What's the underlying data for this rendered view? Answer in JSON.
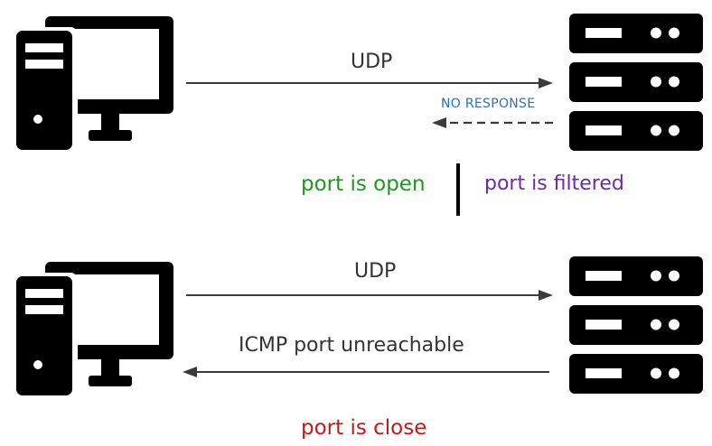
{
  "scenario_top": {
    "request_label": "UDP",
    "response_label": "NO RESPONSE",
    "result_open": "port is open",
    "result_filtered": "port is filtered"
  },
  "scenario_bottom": {
    "request_label": "UDP",
    "response_label": "ICMP port unreachable",
    "result_closed": "port is close"
  },
  "colors": {
    "open": "#1a9a1a",
    "filtered": "#6a2bab",
    "closed": "#c41a1a",
    "no_response": "#2a6fc0",
    "icon": "#000000",
    "arrow": "#3a3a3a"
  },
  "icons": {
    "client": "desktop-computer-icon",
    "server": "server-rack-icon"
  }
}
